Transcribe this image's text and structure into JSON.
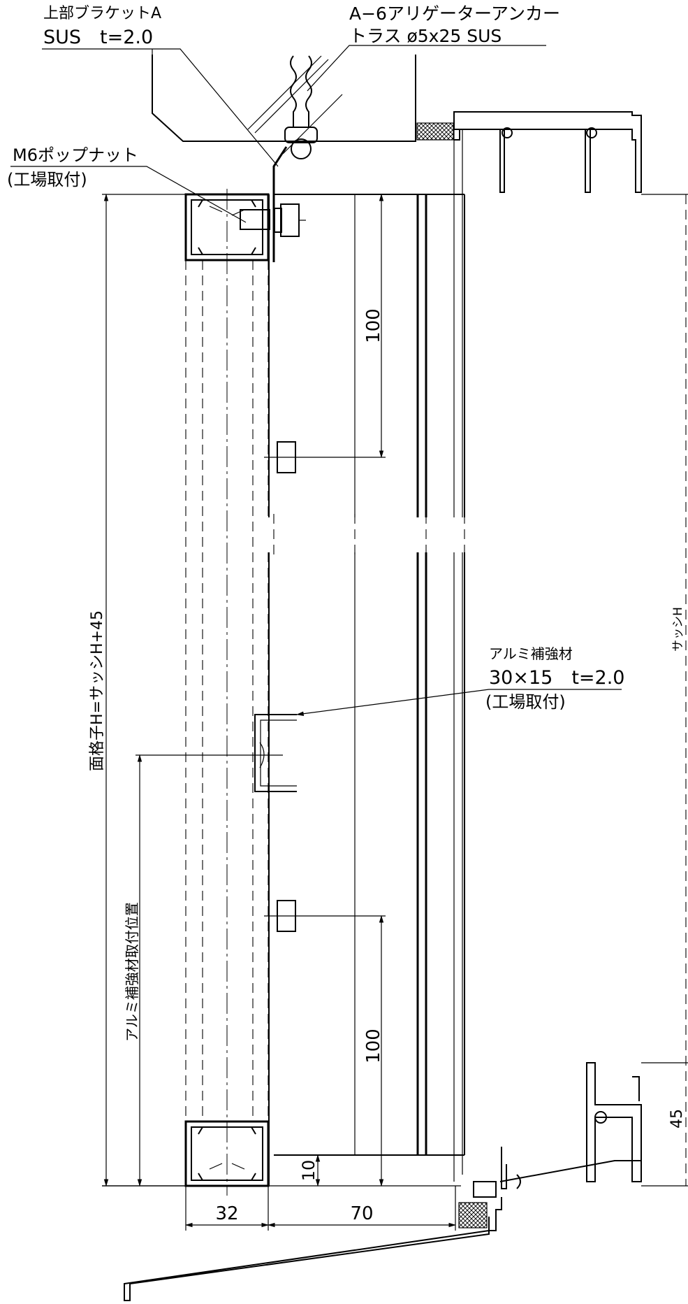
{
  "labels": {
    "bracket_name": "上部ブラケットA",
    "bracket_spec": "SUS　t=2.0",
    "anchor_name": "A−6アリゲーターアンカー",
    "anchor_spec": "トラス ø5x25 SUS",
    "popnut_name": "M6ポップナット",
    "popnut_note": "(工場取付)",
    "reinforce_name": "アルミ補強材",
    "reinforce_spec": "30×15　t=2.0",
    "reinforce_note": "(工場取付)",
    "height_label": "面格子H=サッシH+45",
    "reinforce_pos_label": "アルミ補強材取付位置",
    "sash_label": "サッシH"
  },
  "dimensions": {
    "top_spacing": "100",
    "bottom_spacing": "100",
    "bottom_offset": "10",
    "width_32": "32",
    "width_70": "70",
    "height_45": "45"
  },
  "colors": {
    "line": "#000000",
    "background": "#ffffff"
  }
}
